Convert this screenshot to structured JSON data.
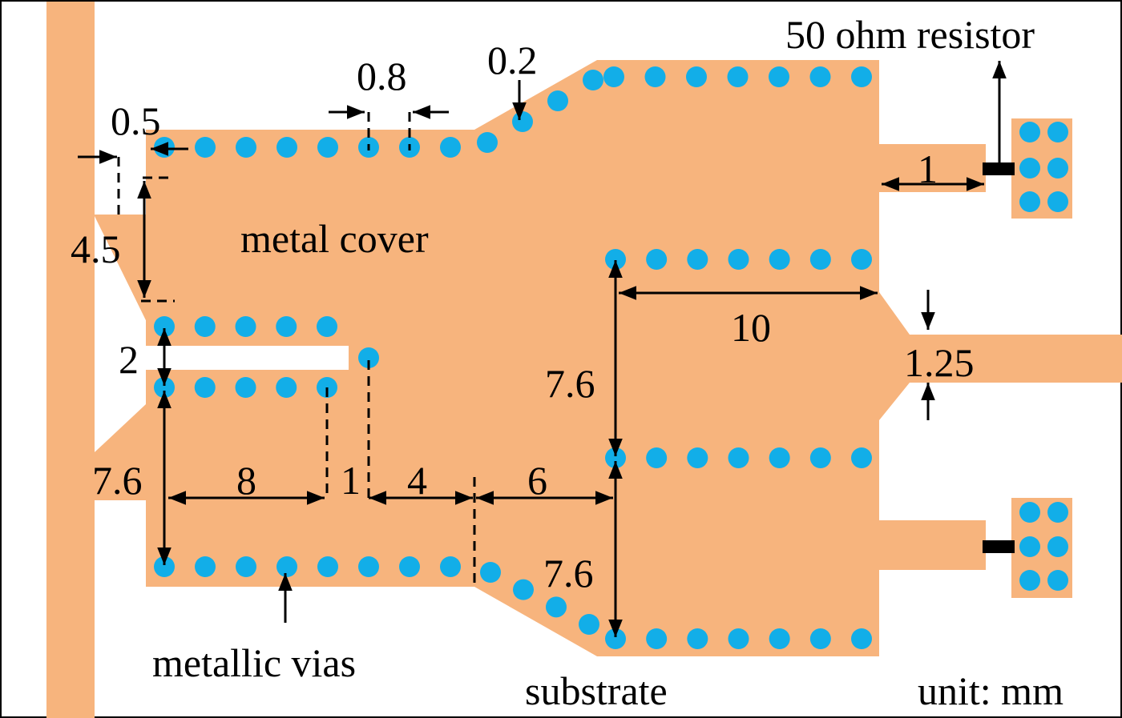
{
  "colors": {
    "metal": "#f7b47d",
    "via": "#12aee8",
    "line": "#000000",
    "background": "#ffffff",
    "border": "#000000"
  },
  "labels": {
    "resistor": "50 ohm resistor",
    "metal_cover": "metal cover",
    "metallic_vias": "metallic vias",
    "substrate": "substrate",
    "unit": "unit: mm"
  },
  "dimensions": {
    "via_pitch": "0.8",
    "via_diameter": "0.2",
    "via_edge_offset": "0.5",
    "input_width": "4.5",
    "slot_gap": "2",
    "lower_height": "7.6",
    "lower_length": "8",
    "slot_gap_small": "1",
    "mid_length": "4",
    "taper_length": "6",
    "right_upper_height": "7.6",
    "right_lower_height": "7.6",
    "right_length": "10",
    "output_width": "1.25",
    "resistor_gap": "1"
  }
}
